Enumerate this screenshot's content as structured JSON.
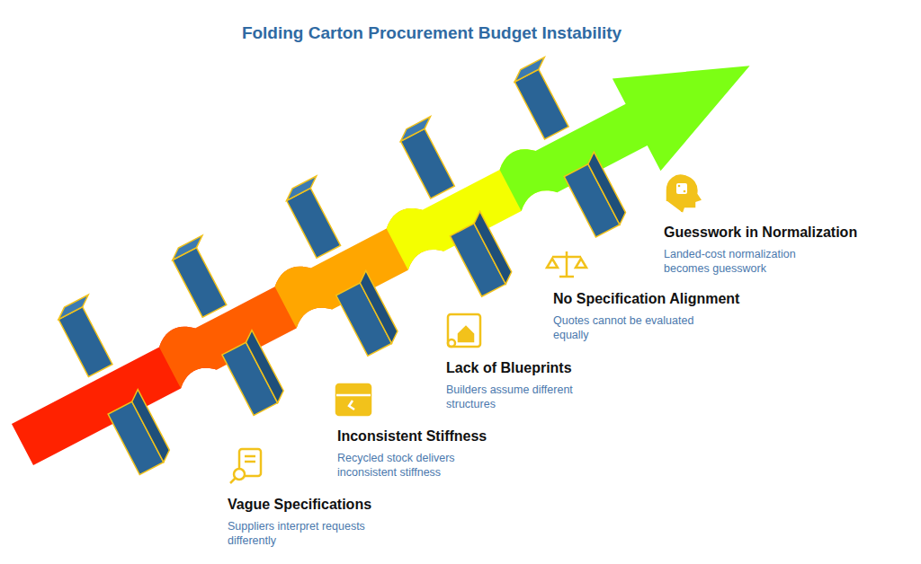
{
  "diagram": {
    "title": "Folding Carton Procurement Budget Instability",
    "nodes": [
      {
        "text": [
          "Vague Specifications",
          "Suppliers interpret requests differently"
        ]
      },
      {
        "text": [
          "Inconsistent Stiffness",
          "Recycled stock delivers inconsistent stiffness"
        ]
      },
      {
        "text": [
          "Lack of Blueprints",
          "Builders assume different structures"
        ]
      },
      {
        "text": [
          "No Specification Alignment",
          "Quotes cannot be evaluated equally"
        ]
      },
      {
        "text": [
          "Guesswork in Normalization",
          "Landed-cost normalization becomes guesswork"
        ]
      }
    ]
  }
}
